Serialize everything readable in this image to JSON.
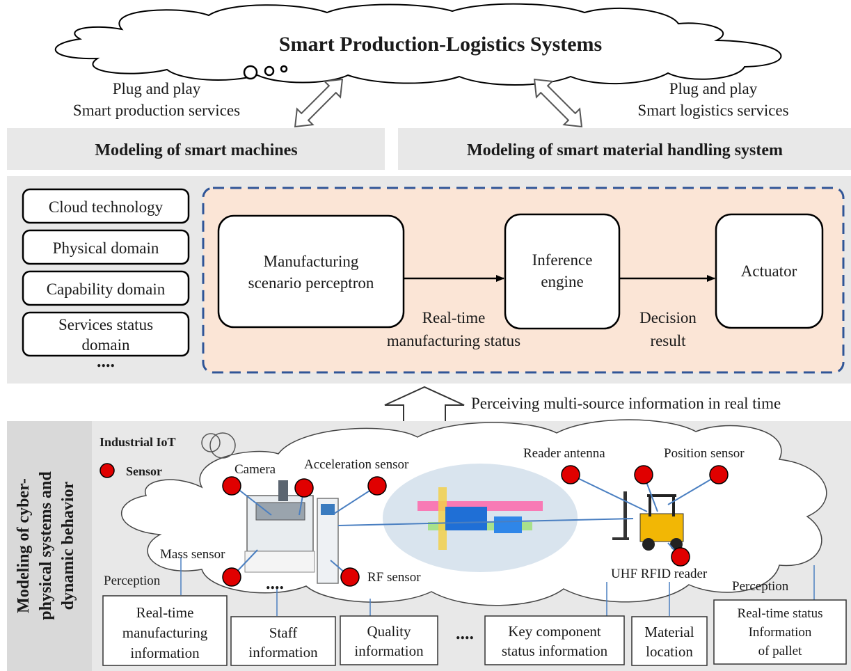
{
  "title": "Smart Production-Logistics Systems",
  "left_services": {
    "line1": "Plug and play",
    "line2": "Smart production services"
  },
  "right_services": {
    "line1": "Plug and play",
    "line2": "Smart logistics services"
  },
  "modeling_machines": "Modeling of smart machines",
  "modeling_material": "Modeling of smart material handling system",
  "domains": [
    {
      "lines": [
        "Cloud technology"
      ]
    },
    {
      "lines": [
        "Physical domain"
      ]
    },
    {
      "lines": [
        "Capability domain"
      ]
    },
    {
      "lines": [
        "Services status",
        "domain"
      ]
    }
  ],
  "domains_more": "....",
  "process": {
    "perceptron": [
      "Manufacturing",
      "scenario perceptron"
    ],
    "inference": [
      "Inference",
      "engine"
    ],
    "actuator": [
      "Actuator"
    ],
    "edge1": [
      "Real-time",
      "manufacturing status"
    ],
    "edge2": [
      "Decision",
      "result"
    ]
  },
  "perceiving": "Perceiving multi-source information in real time",
  "side_label": [
    "Modeling of cyber-",
    "physical systems and",
    "dynamic behavior"
  ],
  "iot": {
    "industrial_iot": "Industrial IoT",
    "sensor_legend": "Sensor",
    "labels": {
      "camera": "Camera",
      "acceleration": "Acceleration sensor",
      "reader_antenna": "Reader antenna",
      "position": "Position sensor",
      "mass": "Mass sensor",
      "rf": "RF sensor",
      "uhf": "UHF RFID reader",
      "perception_left": "Perception",
      "perception_right": "Perception",
      "dots": "...."
    }
  },
  "info_boxes": [
    {
      "lines": [
        "Real-time",
        "manufacturing",
        "information"
      ]
    },
    {
      "lines": [
        "Staff",
        "information"
      ]
    },
    {
      "lines": [
        "Quality",
        "information"
      ]
    },
    {
      "lines": [
        "Key component",
        "status information"
      ]
    },
    {
      "lines": [
        "Material",
        "location"
      ]
    },
    {
      "lines": [
        "Real-time status",
        "Information",
        "of pallet"
      ]
    }
  ],
  "info_dots": "....",
  "colors": {
    "panel_gray": "#e8e8e8",
    "process_fill": "#fbe5d6",
    "dashed_border": "#2f5597",
    "sensor_red": "#e00000",
    "link_blue": "#4a7fc1"
  }
}
